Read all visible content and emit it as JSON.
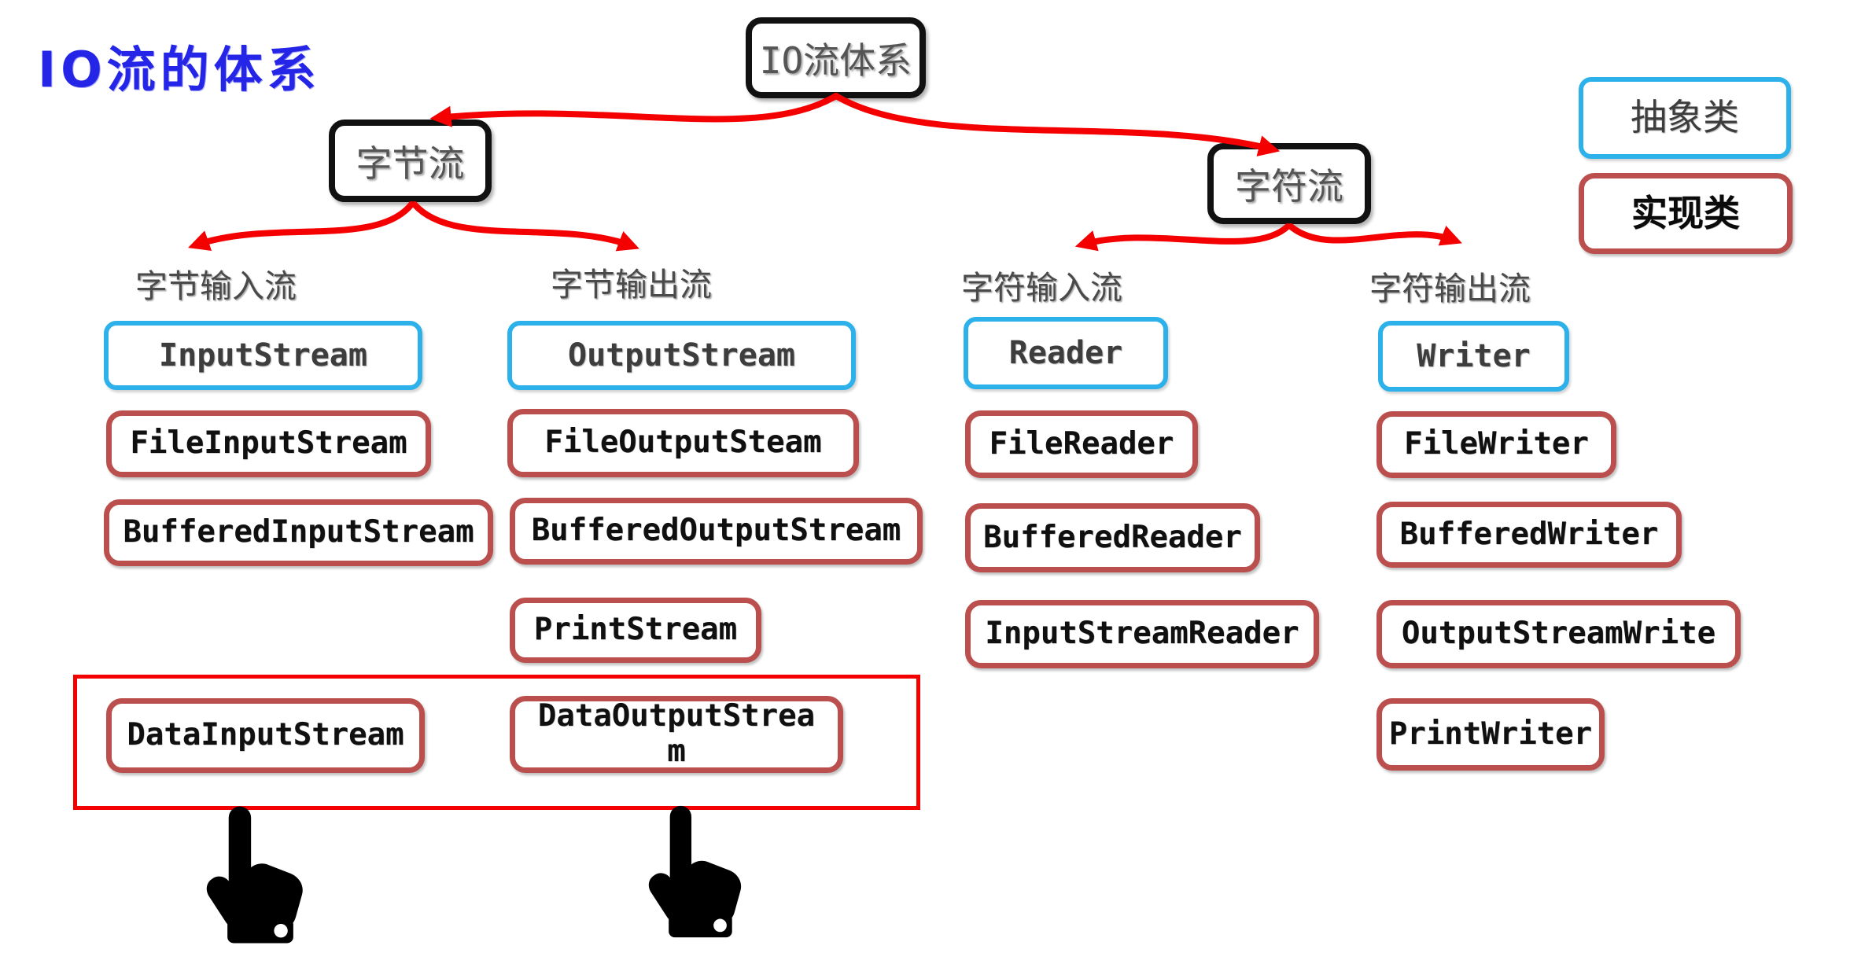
{
  "page_title": "IO流的体系",
  "tree": {
    "root": "IO流体系",
    "byte_stream": "字节流",
    "char_stream": "字符流"
  },
  "columns": {
    "byte_input": {
      "header": "字节输入流",
      "abstract_class": "InputStream",
      "classes": {
        "file": "FileInputStream",
        "buffered": "BufferedInputStream",
        "data": "DataInputStream"
      }
    },
    "byte_output": {
      "header": "字节输出流",
      "abstract_class": "OutputStream",
      "classes": {
        "file": "FileOutputSteam",
        "buffered": "BufferedOutputStream",
        "print": "PrintStream",
        "data": "DataOutputStrea\nm"
      }
    },
    "char_input": {
      "header": "字符输入流",
      "abstract_class": "Reader",
      "classes": {
        "file": "FileReader",
        "buffered": "BufferedReader",
        "inputstreamreader": "InputStreamReader"
      }
    },
    "char_output": {
      "header": "字符输出流",
      "abstract_class": "Writer",
      "classes": {
        "file": "FileWriter",
        "buffered": "BufferedWriter",
        "outputstreamwrite": "OutputStreamWrite",
        "print": "PrintWriter"
      }
    }
  },
  "legend": {
    "abstract_label": "抽象类",
    "implementation_label": "实现类"
  },
  "colors": {
    "accent_blue": "#2CB1EA",
    "accent_red": "#BA4F4D",
    "arrow_red": "#F50000",
    "title_blue": "#2525E8"
  }
}
